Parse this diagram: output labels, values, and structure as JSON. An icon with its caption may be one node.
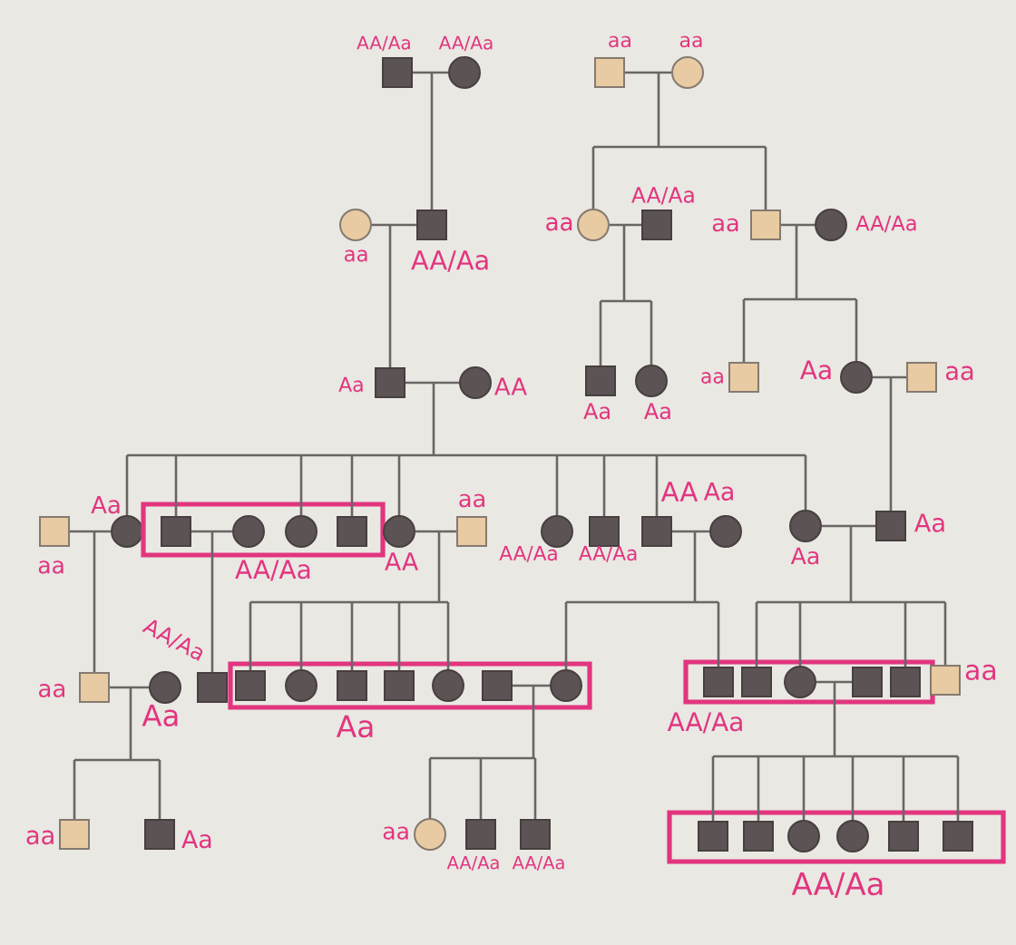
{
  "diagram": {
    "nodes": [
      {
        "text": [],
        "shape": "box",
        "beside": [
          "AA/Aa"
        ]
      },
      {
        "text": [],
        "shape": "circle",
        "beside": [
          "AA/Aa"
        ]
      },
      {
        "text": [],
        "shape": "box",
        "beside": [
          "aa"
        ]
      },
      {
        "text": [],
        "shape": "circle",
        "beside": [
          "aa"
        ]
      },
      {
        "text": [],
        "shape": "circle",
        "beside": [
          "aa"
        ]
      },
      {
        "text": [],
        "shape": "box",
        "beside": [
          "AA/Aa"
        ]
      },
      {
        "text": [],
        "shape": "circle",
        "beside": [
          "aa"
        ]
      },
      {
        "text": [],
        "shape": "box",
        "beside": [
          "AA/Aa"
        ]
      },
      {
        "text": [],
        "shape": "box",
        "beside": [
          "aa"
        ]
      },
      {
        "text": [],
        "shape": "circle",
        "beside": [
          "AA/Aa"
        ]
      },
      {
        "text": [],
        "shape": "box",
        "beside": [
          "Aa"
        ]
      },
      {
        "text": [],
        "shape": "circle",
        "beside": [
          "AA"
        ]
      },
      {
        "text": [],
        "shape": "box",
        "beside": [
          "Aa"
        ]
      },
      {
        "text": [],
        "shape": "circle",
        "beside": [
          "Aa"
        ]
      },
      {
        "text": [],
        "shape": "box",
        "beside": [
          "aa"
        ]
      },
      {
        "text": [],
        "shape": "circle",
        "beside": [
          "Aa"
        ]
      },
      {
        "text": [],
        "shape": "box",
        "beside": [
          "aa"
        ]
      },
      {
        "text": [],
        "shape": "box",
        "beside": [
          "aa"
        ]
      },
      {
        "text": [],
        "shape": "circle",
        "beside": [
          "Aa"
        ]
      },
      {
        "text": [
          "AA/Aa"
        ]
      },
      {
        "text": [],
        "shape": "box",
        "in": 19
      },
      {
        "text": [],
        "shape": "circle",
        "in": 19
      },
      {
        "text": [],
        "shape": "circle",
        "in": 19
      },
      {
        "text": [],
        "shape": "box",
        "in": 19
      },
      {
        "text": [],
        "shape": "circle",
        "beside": [
          "AA"
        ]
      },
      {
        "text": [],
        "shape": "box",
        "beside": [
          "aa"
        ]
      },
      {
        "text": [],
        "shape": "circle",
        "beside": [
          "AA/Aa"
        ]
      },
      {
        "text": [],
        "shape": "box",
        "beside": [
          "AA/Aa"
        ]
      },
      {
        "text": [],
        "shape": "box",
        "beside": [
          "AA"
        ]
      },
      {
        "text": [],
        "shape": "circle",
        "beside": [
          "Aa"
        ]
      },
      {
        "text": [],
        "shape": "circle",
        "beside": [
          "Aa"
        ]
      },
      {
        "text": [],
        "shape": "box",
        "beside": [
          "Aa"
        ]
      },
      {
        "text": [],
        "shape": "box",
        "beside": [
          "aa"
        ]
      },
      {
        "text": [],
        "shape": "circle",
        "beside": [
          "Aa"
        ]
      },
      {
        "text": [],
        "shape": "box",
        "beside": [
          "AA/Aa"
        ]
      },
      {
        "text": [
          "Aa"
        ]
      },
      {
        "text": [],
        "shape": "box",
        "in": 35
      },
      {
        "text": [],
        "shape": "circle",
        "in": 35
      },
      {
        "text": [],
        "shape": "box",
        "in": 35
      },
      {
        "text": [],
        "shape": "box",
        "in": 35
      },
      {
        "text": [],
        "shape": "circle",
        "in": 35
      },
      {
        "text": [],
        "shape": "box",
        "in": 35
      },
      {
        "text": [],
        "shape": "circle",
        "in": 35
      },
      {
        "text": [
          "AA/Aa"
        ]
      },
      {
        "text": [],
        "shape": "box",
        "in": 43
      },
      {
        "text": [],
        "shape": "box",
        "in": 43
      },
      {
        "text": [],
        "shape": "circle",
        "in": 43
      },
      {
        "text": [],
        "shape": "box",
        "in": 43
      },
      {
        "text": [],
        "shape": "box",
        "in": 43
      },
      {
        "text": [],
        "shape": "box",
        "beside": [
          "aa"
        ]
      },
      {
        "text": [],
        "shape": "box",
        "beside": [
          "aa"
        ]
      },
      {
        "text": [],
        "shape": "box",
        "beside": [
          "Aa"
        ]
      },
      {
        "text": [],
        "shape": "circle",
        "beside": [
          "aa"
        ]
      },
      {
        "text": [],
        "shape": "box",
        "beside": [
          "AA/Aa"
        ]
      },
      {
        "text": [],
        "shape": "box",
        "beside": [
          "AA/Aa"
        ]
      },
      {
        "text": [
          "AA/Aa"
        ]
      },
      {
        "text": [],
        "shape": "box",
        "in": 55
      },
      {
        "text": [],
        "shape": "box",
        "in": 55
      },
      {
        "text": [],
        "shape": "circle",
        "in": 55
      },
      {
        "text": [],
        "shape": "circle",
        "in": 55
      },
      {
        "text": [],
        "shape": "box",
        "in": 55
      },
      {
        "text": [],
        "shape": "box",
        "in": 55
      }
    ],
    "edges": [
      {
        "from": 0,
        "to": 1,
        "arrow": "none"
      },
      {
        "from": 0,
        "to": 5,
        "arrow": "none"
      },
      {
        "from": 1,
        "to": 5,
        "arrow": "none"
      },
      {
        "from": 2,
        "to": 3,
        "arrow": "none"
      },
      {
        "from": 2,
        "to": 6,
        "arrow": "none"
      },
      {
        "from": 2,
        "to": 8,
        "arrow": "none"
      },
      {
        "from": 3,
        "to": 6,
        "arrow": "none"
      },
      {
        "from": 3,
        "to": 8,
        "arrow": "none"
      },
      {
        "from": 4,
        "to": 5,
        "arrow": "none"
      },
      {
        "from": 4,
        "to": 10,
        "arrow": "none"
      },
      {
        "from": 5,
        "to": 10,
        "arrow": "none"
      },
      {
        "from": 6,
        "to": 7,
        "arrow": "none"
      },
      {
        "from": 6,
        "to": 12,
        "arrow": "none"
      },
      {
        "from": 6,
        "to": 13,
        "arrow": "none"
      },
      {
        "from": 7,
        "to": 12,
        "arrow": "none"
      },
      {
        "from": 7,
        "to": 13,
        "arrow": "none"
      },
      {
        "from": 8,
        "to": 9,
        "arrow": "none"
      },
      {
        "from": 8,
        "to": 14,
        "arrow": "none"
      },
      {
        "from": 8,
        "to": 15,
        "arrow": "none"
      },
      {
        "from": 9,
        "to": 14,
        "arrow": "none"
      },
      {
        "from": 9,
        "to": 15,
        "arrow": "none"
      },
      {
        "from": 10,
        "to": 11,
        "arrow": "none"
      },
      {
        "from": 10,
        "to": 18,
        "arrow": "none"
      },
      {
        "from": 10,
        "to": 20,
        "arrow": "none"
      },
      {
        "from": 10,
        "to": 22,
        "arrow": "none"
      },
      {
        "from": 10,
        "to": 23,
        "arrow": "none"
      },
      {
        "from": 10,
        "to": 24,
        "arrow": "none"
      },
      {
        "from": 10,
        "to": 26,
        "arrow": "none"
      },
      {
        "from": 10,
        "to": 27,
        "arrow": "none"
      },
      {
        "from": 10,
        "to": 28,
        "arrow": "none"
      },
      {
        "from": 10,
        "to": 30,
        "arrow": "none"
      },
      {
        "from": 11,
        "to": 18,
        "arrow": "none"
      },
      {
        "from": 11,
        "to": 20,
        "arrow": "none"
      },
      {
        "from": 11,
        "to": 22,
        "arrow": "none"
      },
      {
        "from": 11,
        "to": 23,
        "arrow": "none"
      },
      {
        "from": 11,
        "to": 24,
        "arrow": "none"
      },
      {
        "from": 11,
        "to": 26,
        "arrow": "none"
      },
      {
        "from": 11,
        "to": 27,
        "arrow": "none"
      },
      {
        "from": 11,
        "to": 28,
        "arrow": "none"
      },
      {
        "from": 11,
        "to": 30,
        "arrow": "none"
      },
      {
        "from": 15,
        "to": 16,
        "arrow": "none"
      },
      {
        "from": 15,
        "to": 31,
        "arrow": "none"
      },
      {
        "from": 16,
        "to": 31,
        "arrow": "none"
      },
      {
        "from": 17,
        "to": 18,
        "arrow": "none"
      },
      {
        "from": 17,
        "to": 32,
        "arrow": "none"
      },
      {
        "from": 18,
        "to": 32,
        "arrow": "none"
      },
      {
        "from": 20,
        "to": 21,
        "arrow": "none"
      },
      {
        "from": 20,
        "to": 34,
        "arrow": "none"
      },
      {
        "from": 21,
        "to": 34,
        "arrow": "none"
      },
      {
        "from": 24,
        "to": 25,
        "arrow": "none"
      },
      {
        "from": 24,
        "to": 36,
        "arrow": "none"
      },
      {
        "from": 24,
        "to": 37,
        "arrow": "none"
      },
      {
        "from": 24,
        "to": 38,
        "arrow": "none"
      },
      {
        "from": 24,
        "to": 39,
        "arrow": "none"
      },
      {
        "from": 24,
        "to": 40,
        "arrow": "none"
      },
      {
        "from": 25,
        "to": 36,
        "arrow": "none"
      },
      {
        "from": 25,
        "to": 37,
        "arrow": "none"
      },
      {
        "from": 25,
        "to": 38,
        "arrow": "none"
      },
      {
        "from": 25,
        "to": 39,
        "arrow": "none"
      },
      {
        "from": 25,
        "to": 40,
        "arrow": "none"
      },
      {
        "from": 28,
        "to": 29,
        "arrow": "none"
      },
      {
        "from": 28,
        "to": 42,
        "arrow": "none"
      },
      {
        "from": 28,
        "to": 44,
        "arrow": "none"
      },
      {
        "from": 29,
        "to": 42,
        "arrow": "none"
      },
      {
        "from": 29,
        "to": 44,
        "arrow": "none"
      },
      {
        "from": 30,
        "to": 31,
        "arrow": "none"
      },
      {
        "from": 30,
        "to": 45,
        "arrow": "none"
      },
      {
        "from": 30,
        "to": 46,
        "arrow": "none"
      },
      {
        "from": 30,
        "to": 48,
        "arrow": "none"
      },
      {
        "from": 30,
        "to": 49,
        "arrow": "none"
      },
      {
        "from": 31,
        "to": 45,
        "arrow": "none"
      },
      {
        "from": 31,
        "to": 46,
        "arrow": "none"
      },
      {
        "from": 31,
        "to": 48,
        "arrow": "none"
      },
      {
        "from": 31,
        "to": 49,
        "arrow": "none"
      },
      {
        "from": 32,
        "to": 33,
        "arrow": "none"
      },
      {
        "from": 32,
        "to": 50,
        "arrow": "none"
      },
      {
        "from": 32,
        "to": 51,
        "arrow": "none"
      },
      {
        "from": 33,
        "to": 50,
        "arrow": "none"
      },
      {
        "from": 33,
        "to": 51,
        "arrow": "none"
      },
      {
        "from": 41,
        "to": 42,
        "arrow": "none"
      },
      {
        "from": 41,
        "to": 52,
        "arrow": "none"
      },
      {
        "from": 41,
        "to": 53,
        "arrow": "none"
      },
      {
        "from": 41,
        "to": 54,
        "arrow": "none"
      },
      {
        "from": 42,
        "to": 52,
        "arrow": "none"
      },
      {
        "from": 42,
        "to": 53,
        "arrow": "none"
      },
      {
        "from": 42,
        "to": 54,
        "arrow": "none"
      },
      {
        "from": 46,
        "to": 47,
        "arrow": "none"
      },
      {
        "from": 46,
        "to": 56,
        "arrow": "none"
      },
      {
        "from": 46,
        "to": 57,
        "arrow": "none"
      },
      {
        "from": 46,
        "to": 58,
        "arrow": "none"
      },
      {
        "from": 46,
        "to": 59,
        "arrow": "none"
      },
      {
        "from": 46,
        "to": 60,
        "arrow": "none"
      },
      {
        "from": 46,
        "to": 61,
        "arrow": "none"
      },
      {
        "from": 47,
        "to": 56,
        "arrow": "none"
      },
      {
        "from": 47,
        "to": 57,
        "arrow": "none"
      },
      {
        "from": 47,
        "to": 58,
        "arrow": "none"
      },
      {
        "from": 47,
        "to": 59,
        "arrow": "none"
      },
      {
        "from": 47,
        "to": 60,
        "arrow": "none"
      },
      {
        "from": 47,
        "to": 61,
        "arrow": "none"
      }
    ]
  }
}
